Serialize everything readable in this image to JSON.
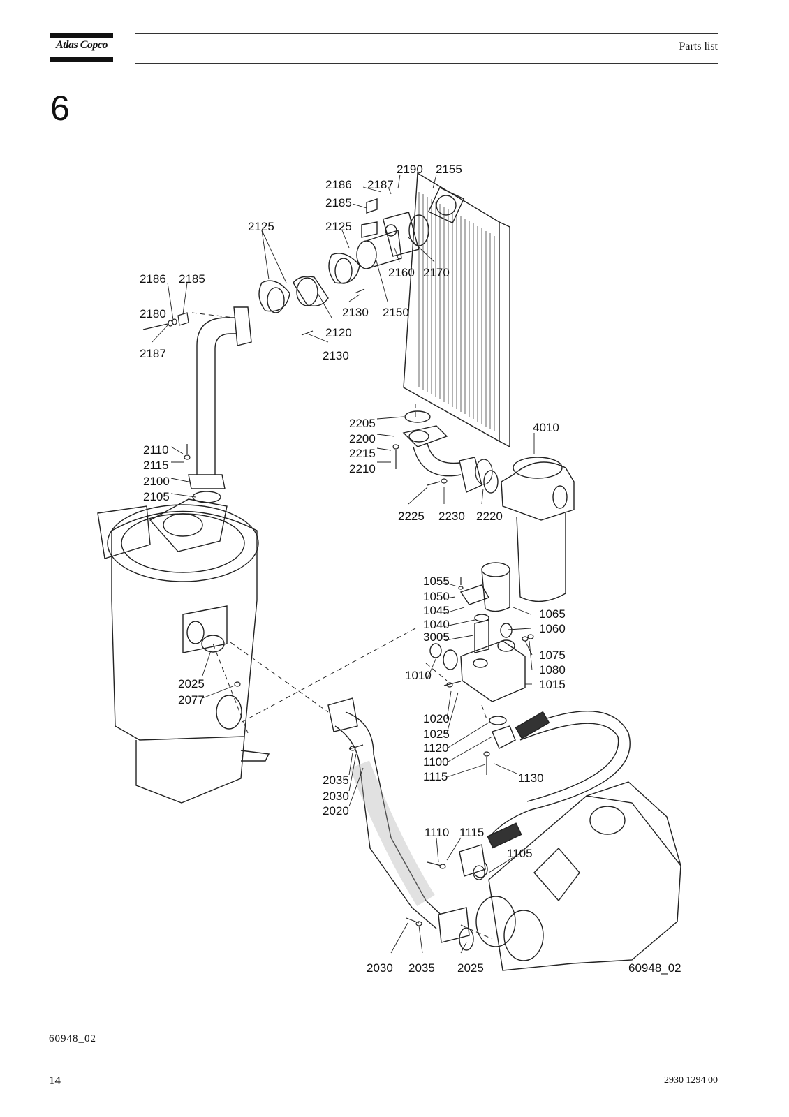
{
  "header": {
    "brand": "Atlas Copco",
    "title": "Parts list"
  },
  "section": {
    "number": "6"
  },
  "diagram": {
    "drawing_id": "60948_02",
    "callouts": [
      "2190",
      "2155",
      "2186",
      "2187",
      "2185",
      "2125",
      "2125",
      "2160",
      "2170",
      "2186",
      "2185",
      "2130",
      "2150",
      "2180",
      "2120",
      "2187",
      "2130",
      "2205",
      "4010",
      "2200",
      "2215",
      "2210",
      "2110",
      "2115",
      "2100",
      "2105",
      "2225",
      "2230",
      "2220",
      "1055",
      "1050",
      "1045",
      "1065",
      "1040",
      "1060",
      "3005",
      "1075",
      "1080",
      "1010",
      "1015",
      "2025",
      "2077",
      "1020",
      "1025",
      "1120",
      "1100",
      "1115",
      "1130",
      "2035",
      "2030",
      "2020",
      "1110",
      "1115",
      "1105",
      "2030",
      "2035",
      "2025"
    ]
  },
  "footer": {
    "figure_caption": "60948_02",
    "page_number": "14",
    "document_number": "2930 1294 00"
  }
}
